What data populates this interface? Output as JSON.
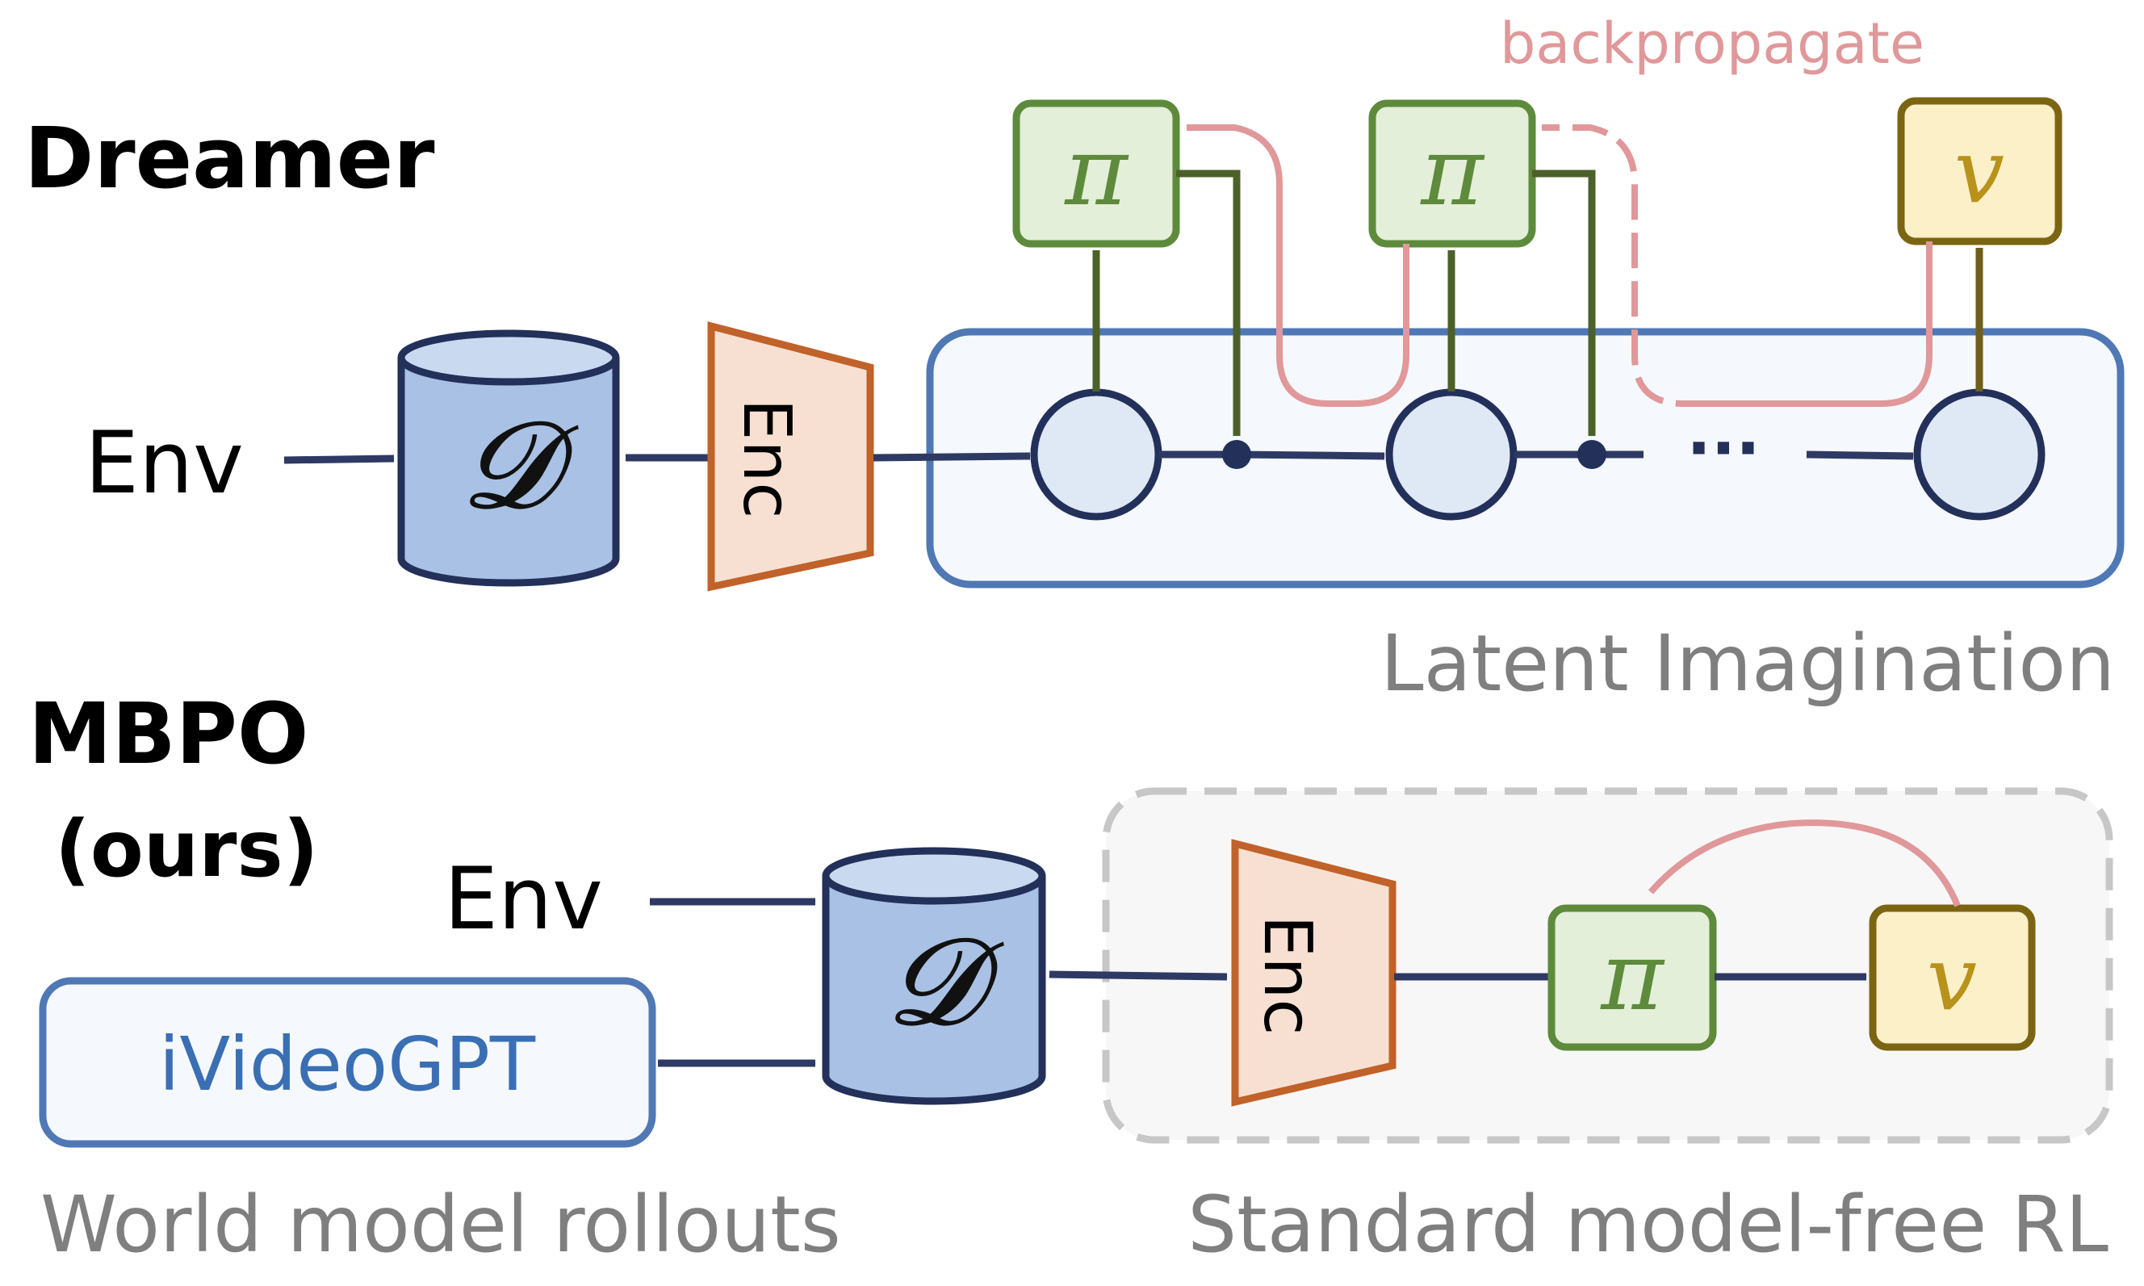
{
  "dreamer": {
    "title": "Dreamer",
    "env_label": "Env",
    "dataset_symbol": "𝓓",
    "encoder_label": "Enc",
    "policy_symbol": "π",
    "value_symbol": "v",
    "ellipsis": "···",
    "backprop_label": "backpropagate",
    "caption": "Latent Imagination"
  },
  "mbpo": {
    "title": "MBPO",
    "subtitle": "(ours)",
    "env_label": "Env",
    "model_label": "iVideoGPT",
    "dataset_symbol": "𝓓",
    "encoder_label": "Enc",
    "policy_symbol": "π",
    "value_symbol": "v",
    "caption_left": "World model rollouts",
    "caption_right": "Standard model-free RL"
  },
  "colors": {
    "arrow": "#2e3a63",
    "dataset_fill": "#a9c1e4",
    "dataset_top": "#c9d9ef",
    "encoder_fill": "#f7e0d2",
    "encoder_stroke": "#c0622a",
    "policy_fill": "#e3efd9",
    "policy_stroke": "#5e8a3c",
    "policy_text": "#5e8a3c",
    "value_fill": "#fbf0c8",
    "value_stroke": "#7c6512",
    "value_text": "#b8921a",
    "latent_fill": "#f5f8fc",
    "latent_stroke": "#4f78b5",
    "backprop": "#e0989a",
    "rl_box_fill": "#f7f7f7",
    "rl_box_stroke": "#c7c7c7",
    "model_text": "#3a6fb3"
  }
}
